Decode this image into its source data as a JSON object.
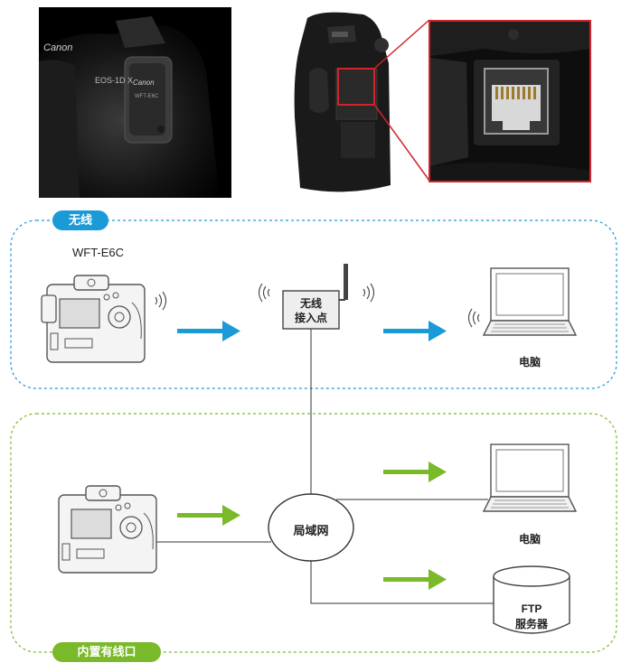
{
  "sections": {
    "wireless": {
      "label": "无线",
      "color": "#1a9ad6"
    },
    "wired": {
      "label": "内置有线口",
      "color": "#7ab929"
    }
  },
  "wireless": {
    "device_label": "WFT-E6C",
    "access_point_line1": "无线",
    "access_point_line2": "接入点",
    "computer_label": "电脑"
  },
  "wired": {
    "lan_label": "局域网",
    "computer_label": "电脑",
    "server_line1": "FTP",
    "server_line2": "服务器"
  },
  "photos": {
    "camera_brand": "Canon",
    "camera_model": "EOS-1D X",
    "transmitter_brand": "Canon",
    "transmitter_model": "WFT-E6C"
  },
  "colors": {
    "highlight_red": "#d3232a",
    "blue_arrow": "#1a9ad6",
    "green_arrow": "#7ab929"
  }
}
